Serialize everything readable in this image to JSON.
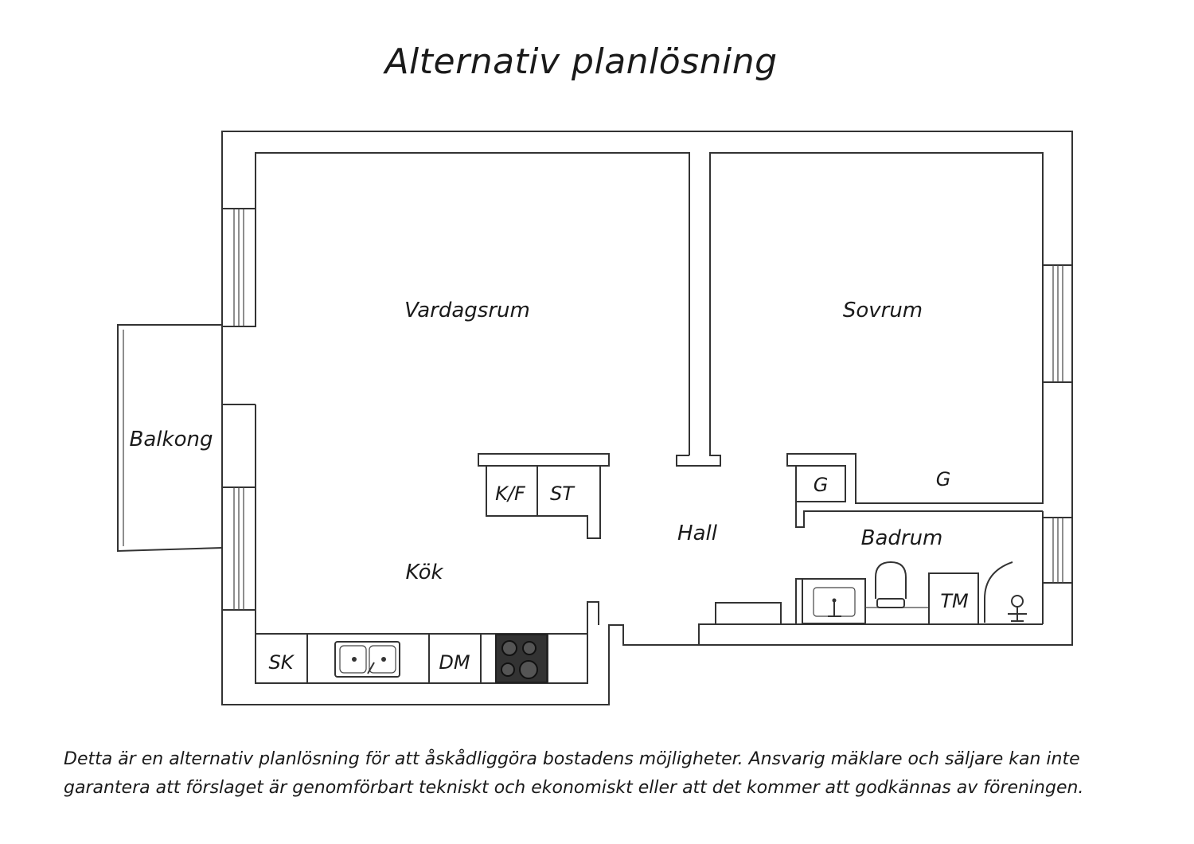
{
  "title": "Alternativ planlösning",
  "rooms": {
    "vardagsrum": "Vardagsrum",
    "sovrum": "Sovrum",
    "balkong": "Balkong",
    "kok": "Kök",
    "hall": "Hall",
    "badrum": "Badrum"
  },
  "fixtures": {
    "kf": "K/F",
    "st": "ST",
    "g1": "G",
    "g2": "G",
    "tm": "TM",
    "sk": "SK",
    "dm": "DM"
  },
  "disclaimer": {
    "line1": "Detta är en alternativ planlösning för att åskådliggöra bostadens möjligheter. Ansvarig mäklare och säljare kan inte",
    "line2": "garantera att förslaget är genomförbart tekniskt och ekonomiskt eller att det kommer att godkännas av föreningen."
  }
}
